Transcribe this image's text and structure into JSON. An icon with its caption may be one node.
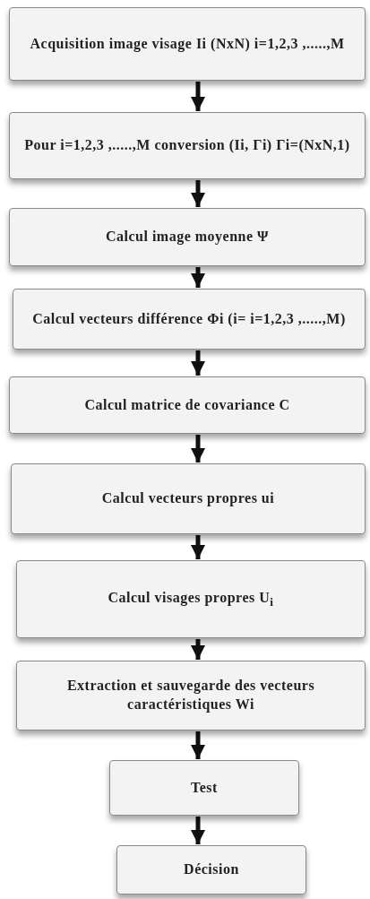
{
  "diagram": {
    "nodes": [
      {
        "text": [
          "Acquisition image visage Ii (NxN) i=1,2,3 ,.....,M"
        ]
      },
      {
        "text": [
          "Pour i=1,2,3 ,.....,M conversion (Ii, Γi) Γi=(NxN,1)"
        ]
      },
      {
        "text": [
          "Calcul image moyenne Ψ"
        ]
      },
      {
        "text": [
          "Calcul vecteurs différence Φi (i= i=1,2,3 ,.....,M)"
        ]
      },
      {
        "text": [
          "Calcul matrice de covariance C"
        ]
      },
      {
        "text": [
          "Calcul vecteurs propres ui"
        ]
      },
      {
        "text": [
          "Calcul visages propres U$_{i}$"
        ]
      },
      {
        "text": [
          "Extraction et sauvegarde des vecteurs caractéristiques Wi"
        ]
      },
      {
        "text": [
          "Test"
        ]
      },
      {
        "text": [
          "Décision"
        ]
      }
    ],
    "edges": [
      {
        "from": 0,
        "to": 1,
        "arrow": "to"
      },
      {
        "from": 1,
        "to": 2,
        "arrow": "to"
      },
      {
        "from": 2,
        "to": 3,
        "arrow": "to"
      },
      {
        "from": 3,
        "to": 4,
        "arrow": "to"
      },
      {
        "from": 4,
        "to": 5,
        "arrow": "to"
      },
      {
        "from": 5,
        "to": 6,
        "arrow": "to"
      },
      {
        "from": 6,
        "to": 7,
        "arrow": "to"
      },
      {
        "from": 7,
        "to": 8,
        "arrow": "to"
      },
      {
        "from": 8,
        "to": 9,
        "arrow": "to"
      }
    ]
  }
}
